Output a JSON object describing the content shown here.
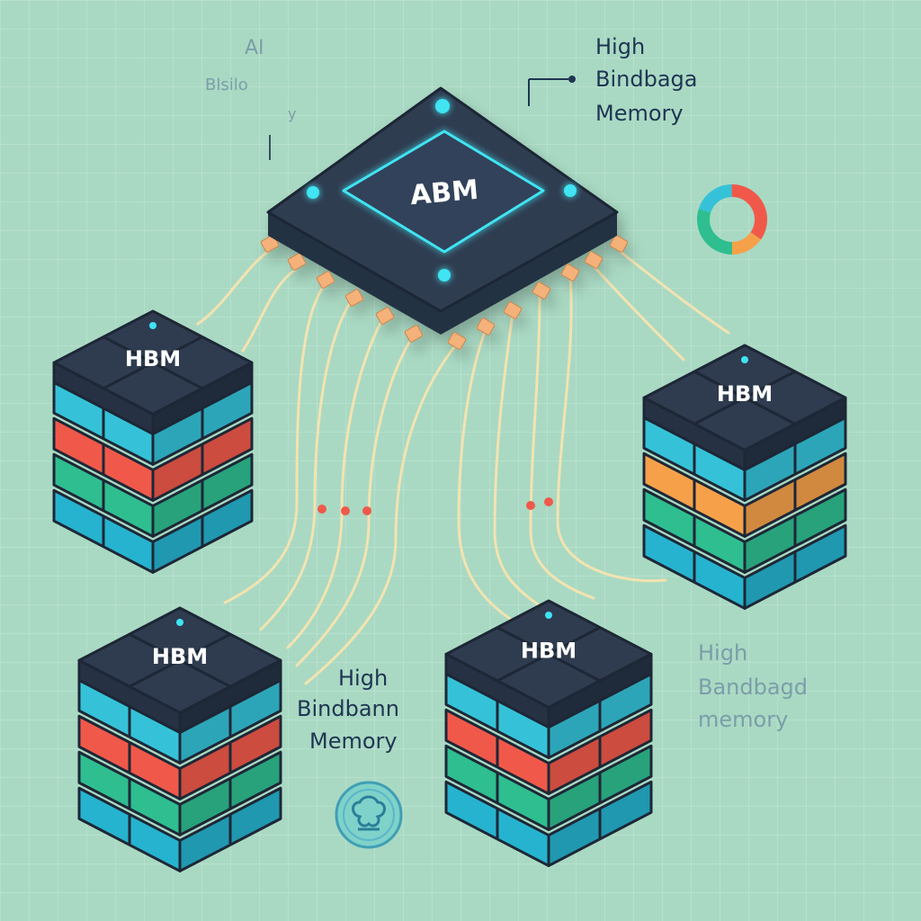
{
  "header": {
    "ai_label": "AI",
    "blurred_label": "Blsilo",
    "blurred_sub": "y"
  },
  "chip": {
    "label": "ABM"
  },
  "memory_label": "HBM",
  "callouts": {
    "top_right": {
      "line1": "High",
      "line2": "Bindbaga",
      "line3": "Memory"
    },
    "center": {
      "line1": "High",
      "line2": "Bindbann",
      "line3": "Memory"
    },
    "right": {
      "line1": "High",
      "line2": "Bandbagd",
      "line3": "memory"
    }
  },
  "icons": {
    "donut": "donut-chart-icon",
    "brain": "brain-chip-icon"
  },
  "colors": {
    "background": "#a9d9c3",
    "chip_body": "#2b3748",
    "chip_glow": "#3fe4f2",
    "layer_cyan": "#35c2d8",
    "layer_red": "#f0594a",
    "layer_orange": "#f6a14a",
    "layer_green": "#2fbe8f",
    "layer_teal": "#26b3cf",
    "wire": "#f0dca3"
  }
}
